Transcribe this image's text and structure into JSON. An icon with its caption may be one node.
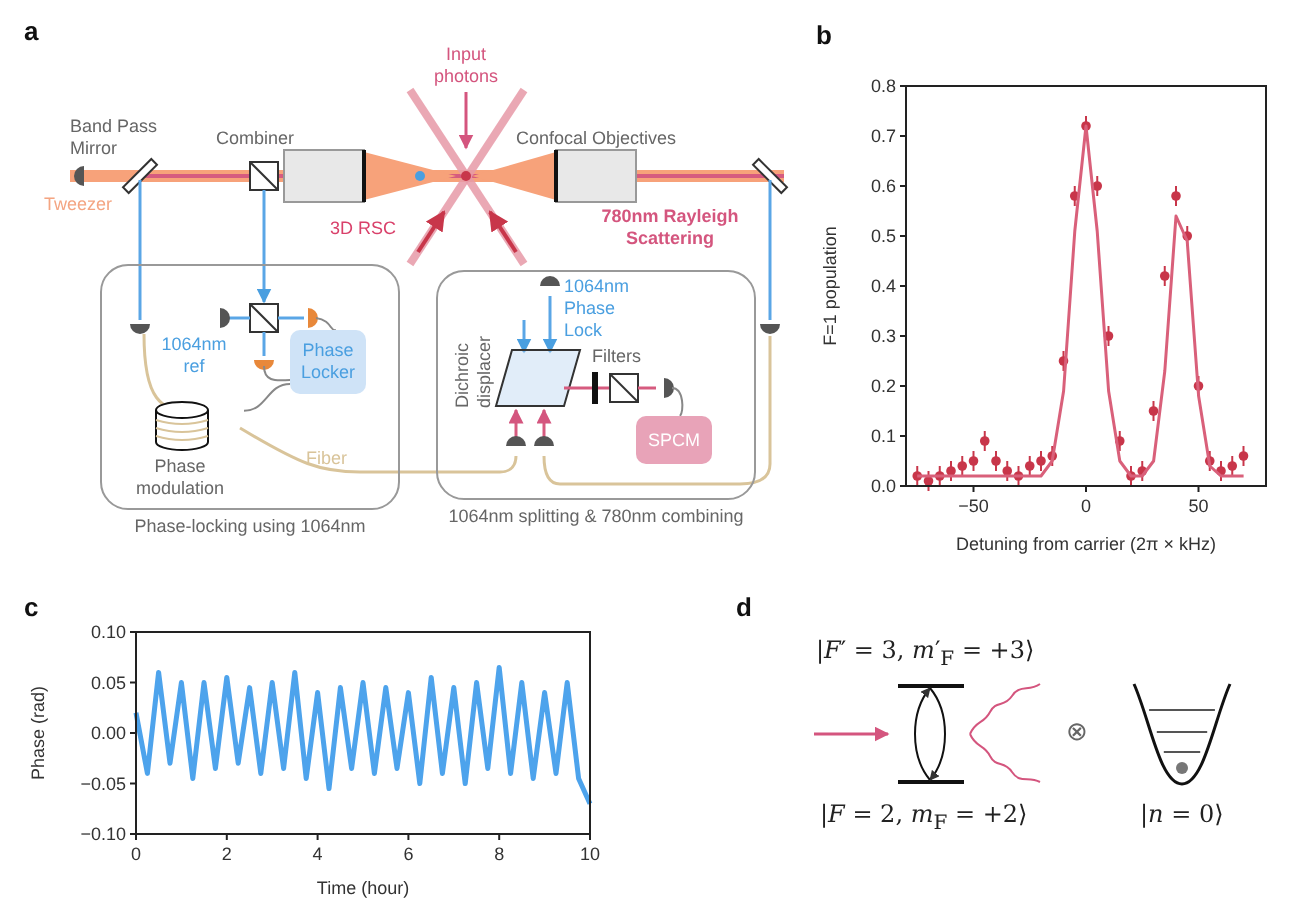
{
  "diagram": {
    "nodes": [
      {
        "text": [
          "Phase-locking using 1064nm"
        ]
      },
      {
        "text": [
          "Phase Locker"
        ],
        "in": 0
      },
      {
        "text": [
          "Phase modulation"
        ],
        "in": 0
      },
      {
        "text": [
          "1064nm splitting & 780nm combining"
        ]
      },
      {
        "text": [
          "SPCM"
        ],
        "in": 3
      }
    ],
    "edges": [
      {
        "from": 1,
        "to": 2,
        "arrow": "none"
      }
    ],
    "labels": [
      "a",
      "b",
      "Input photons",
      "Band Pass Mirror",
      "Combiner",
      "Confocal Objectives",
      "Tweezer",
      "3D RSC",
      "780nm Rayleigh Scattering",
      "1064nm Phase Lock",
      "1064nm ref",
      "Filters",
      "Dichroic displacer",
      "Fiber",
      "c",
      "d",
      "|*F*′ = 3, *m*′$_{F}$ = +3⟩",
      "⊗",
      "|*F* = 2, *m*$_{F}$ = +2⟩",
      "|*n* = 0⟩"
    ],
    "chart_data": [
      {
        "type": "scatter",
        "xlabel": "Detuning from carrier (2π × kHz)",
        "ylabel": "F=1 population",
        "x": [
          -75,
          -70,
          -65,
          -60,
          -55,
          -50,
          -45,
          -40,
          -35,
          -30,
          -25,
          -20,
          -15,
          -10,
          -5,
          0,
          5,
          10,
          15,
          20,
          25,
          30,
          35,
          40,
          45,
          50,
          55,
          60,
          65,
          70
        ],
        "series": [
          {
            "color": "#c8364a",
            "values": [
              0.02,
              0.01,
              0.02,
              0.03,
              0.04,
              0.05,
              0.09,
              0.05,
              0.03,
              0.02,
              0.04,
              0.05,
              0.06,
              0.25,
              0.58,
              0.72,
              0.6,
              0.3,
              0.09,
              0.02,
              0.03,
              0.15,
              0.42,
              0.58,
              0.5,
              0.2,
              0.05,
              0.03,
              0.04,
              0.06
            ]
          },
          {
            "type": "line",
            "color": "#d9607a",
            "values": [
              0.02,
              0.02,
              0.02,
              0.02,
              0.02,
              0.02,
              0.02,
              0.02,
              0.02,
              0.02,
              0.02,
              0.02,
              0.05,
              0.19,
              0.51,
              0.72,
              0.51,
              0.19,
              0.05,
              0.02,
              0.02,
              0.05,
              0.23,
              0.54,
              0.49,
              0.18,
              0.04,
              0.02,
              0.02,
              0.02
            ]
          }
        ],
        "xlim": [
          -80,
          80
        ],
        "ylim": [
          0,
          0.8
        ],
        "xticks": [
          {
            "value": -50,
            "label": "−50"
          },
          0,
          50
        ],
        "yticks": [
          {
            "value": 0,
            "label": "0.0"
          },
          {
            "value": 0.1,
            "label": "0.1"
          },
          {
            "value": 0.2,
            "label": "0.2"
          },
          {
            "value": 0.3,
            "label": "0.3"
          },
          {
            "value": 0.4,
            "label": "0.4"
          },
          {
            "value": 0.5,
            "label": "0.5"
          },
          {
            "value": 0.6,
            "label": "0.6"
          },
          {
            "value": 0.7,
            "label": "0.7"
          },
          {
            "value": 0.8,
            "label": "0.8"
          }
        ]
      },
      {
        "type": "line",
        "xlabel": "Time (hour)",
        "ylabel": "Phase (rad)",
        "x": [
          0,
          0.25,
          0.5,
          0.75,
          1,
          1.25,
          1.5,
          1.75,
          2,
          2.25,
          2.5,
          2.75,
          3,
          3.25,
          3.5,
          3.75,
          4,
          4.25,
          4.5,
          4.75,
          5,
          5.25,
          5.5,
          5.75,
          6,
          6.25,
          6.5,
          6.75,
          7,
          7.25,
          7.5,
          7.75,
          8,
          8.25,
          8.5,
          8.75,
          9,
          9.25,
          9.5,
          9.75,
          10
        ],
        "series": [
          {
            "color": "#4da3ec",
            "values": [
              0.02,
              -0.04,
              0.06,
              -0.03,
              0.05,
              -0.045,
              0.05,
              -0.035,
              0.055,
              -0.03,
              0.045,
              -0.04,
              0.05,
              -0.035,
              0.06,
              -0.045,
              0.04,
              -0.055,
              0.045,
              -0.035,
              0.05,
              -0.04,
              0.045,
              -0.035,
              0.04,
              -0.05,
              0.055,
              -0.04,
              0.045,
              -0.05,
              0.05,
              -0.035,
              0.065,
              -0.04,
              0.05,
              -0.045,
              0.04,
              -0.04,
              0.05,
              -0.045,
              -0.07
            ]
          }
        ],
        "xlim": [
          0,
          10
        ],
        "ylim": [
          -0.1,
          0.1
        ],
        "xticks": [
          0,
          2,
          4,
          6,
          8,
          10
        ],
        "yticks": [
          {
            "value": -0.1,
            "label": "−0.10"
          },
          {
            "value": -0.05,
            "label": "−0.05"
          },
          {
            "value": 0,
            "label": "0.00"
          },
          {
            "value": 0.05,
            "label": "0.05"
          },
          {
            "value": 0.1,
            "label": "0.10"
          }
        ]
      }
    ]
  }
}
